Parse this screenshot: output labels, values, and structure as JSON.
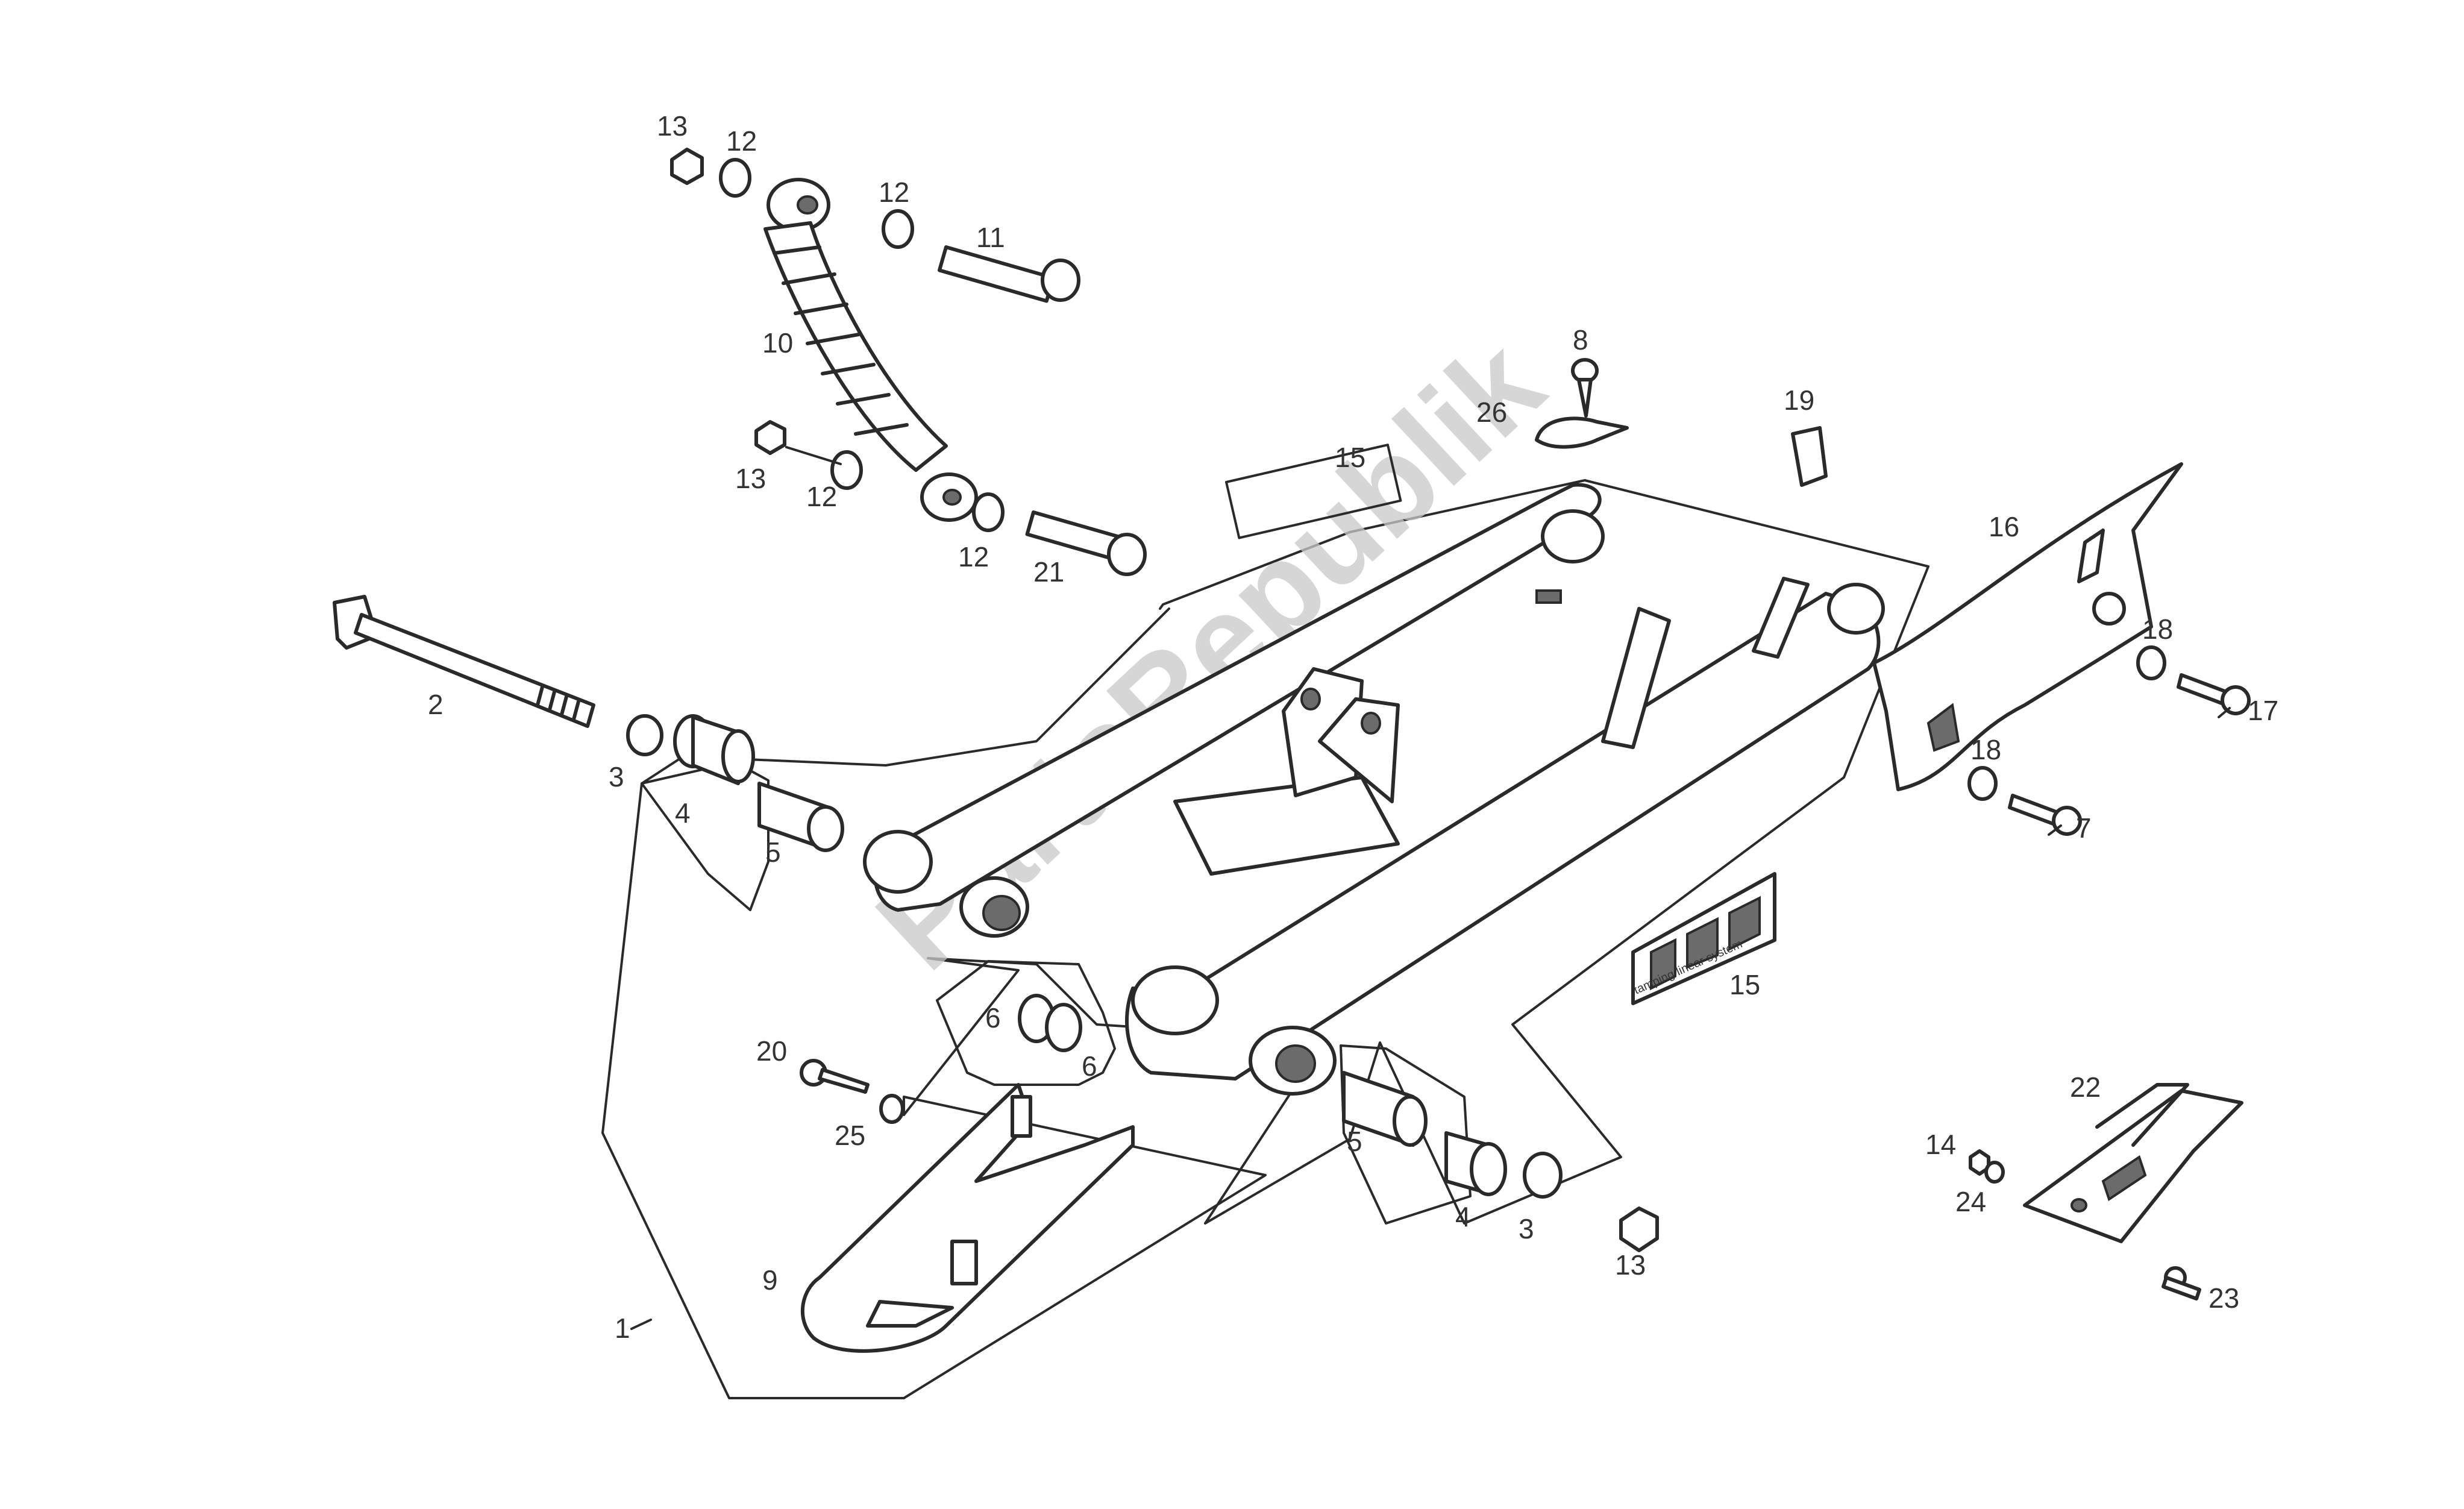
{
  "watermark": {
    "text": "PartsRepublik"
  },
  "decal": {
    "caption": "tamping linear system"
  },
  "labels": {
    "l1": "1",
    "l2": "2",
    "l3a": "3",
    "l3b": "3",
    "l4a": "4",
    "l4b": "4",
    "l5a": "5",
    "l5b": "5",
    "l6a": "6",
    "l6b": "6",
    "l7": "7",
    "l8": "8",
    "l9": "9",
    "l10": "10",
    "l11": "11",
    "l12a": "12",
    "l12b": "12",
    "l12c": "12",
    "l12d": "12",
    "l13a": "13",
    "l13b": "13",
    "l13c": "13",
    "l14": "14",
    "l15a": "15",
    "l15b": "15",
    "l16": "16",
    "l17": "17",
    "l18a": "18",
    "l18b": "18",
    "l19": "19",
    "l20": "20",
    "l21": "21",
    "l22": "22",
    "l23": "23",
    "l24": "24",
    "l25": "25",
    "l26": "26"
  },
  "colors": {
    "line": "#2a2a2a",
    "watermark": "#c9c9c9",
    "background": "#ffffff"
  }
}
